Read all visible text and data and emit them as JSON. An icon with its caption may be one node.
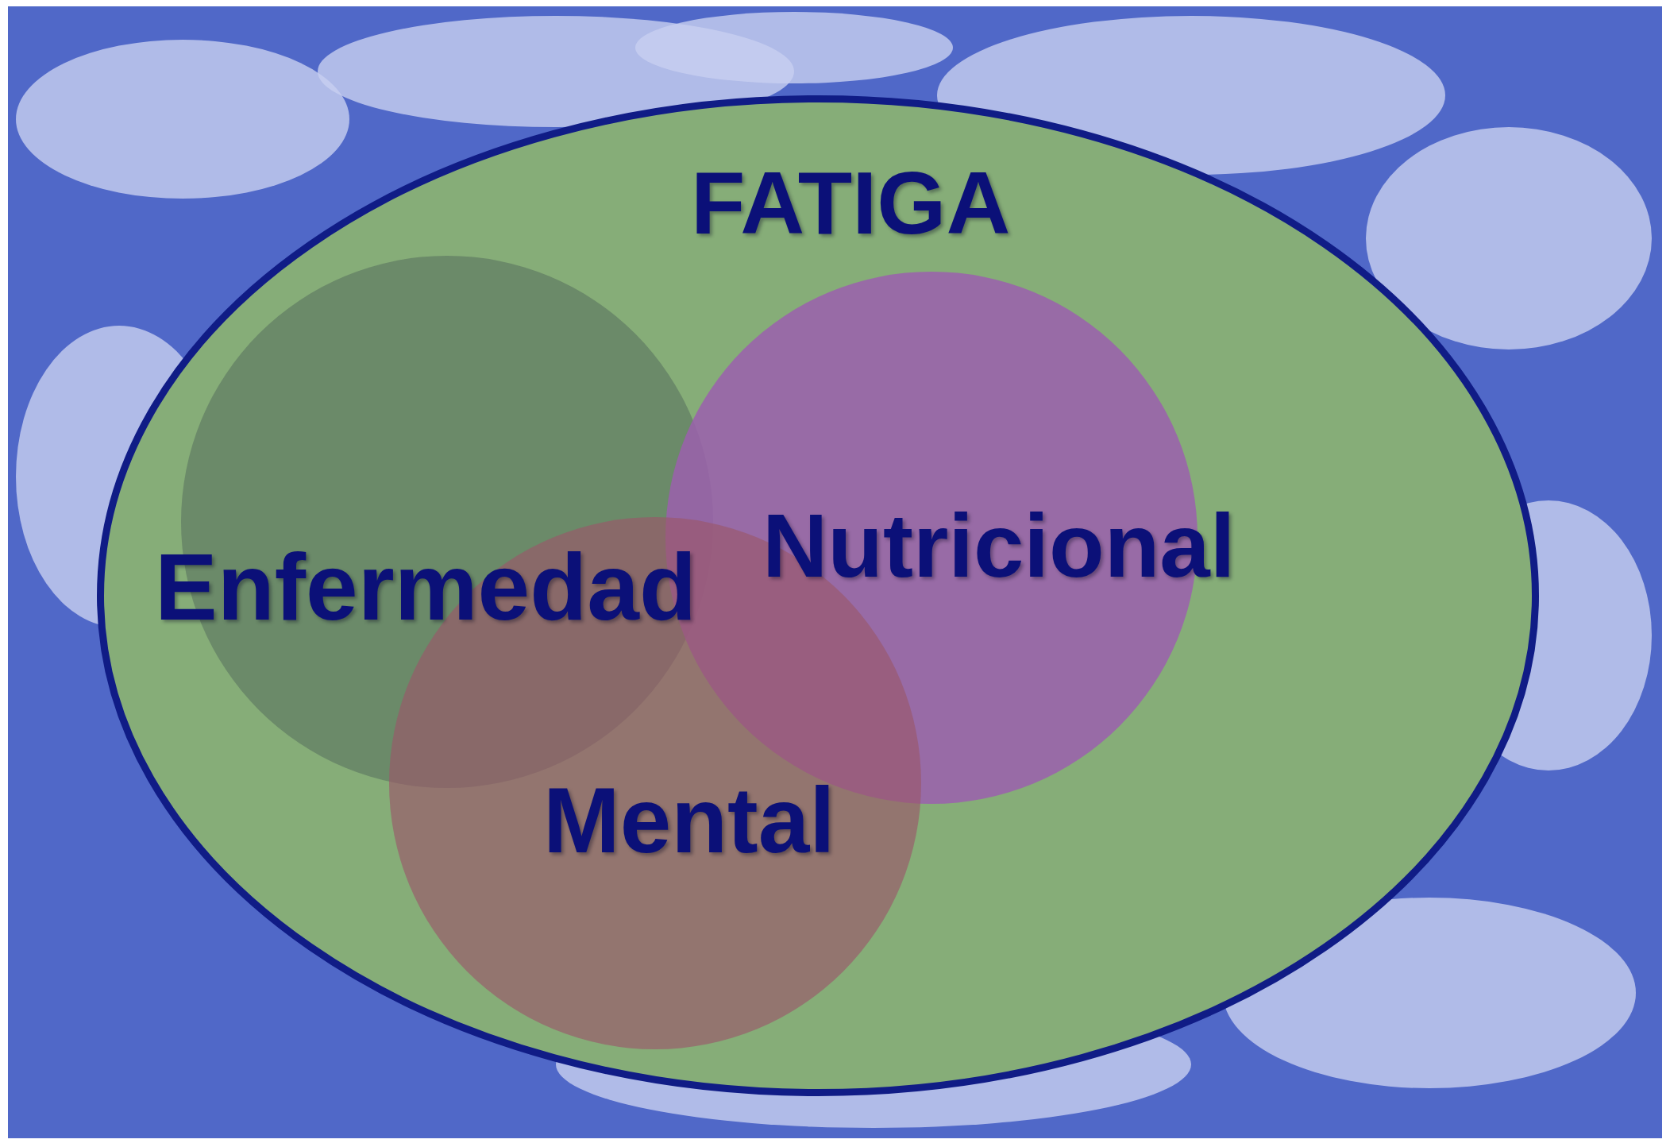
{
  "diagram": {
    "nodes": [
      {
        "text": [
          "FATIGA"
        ]
      },
      {
        "text": [
          "Enfermedad"
        ],
        "in": 0
      },
      {
        "text": [
          "Nutricional"
        ],
        "in": 0
      },
      {
        "text": [
          "Mental"
        ],
        "in": 0
      }
    ]
  }
}
